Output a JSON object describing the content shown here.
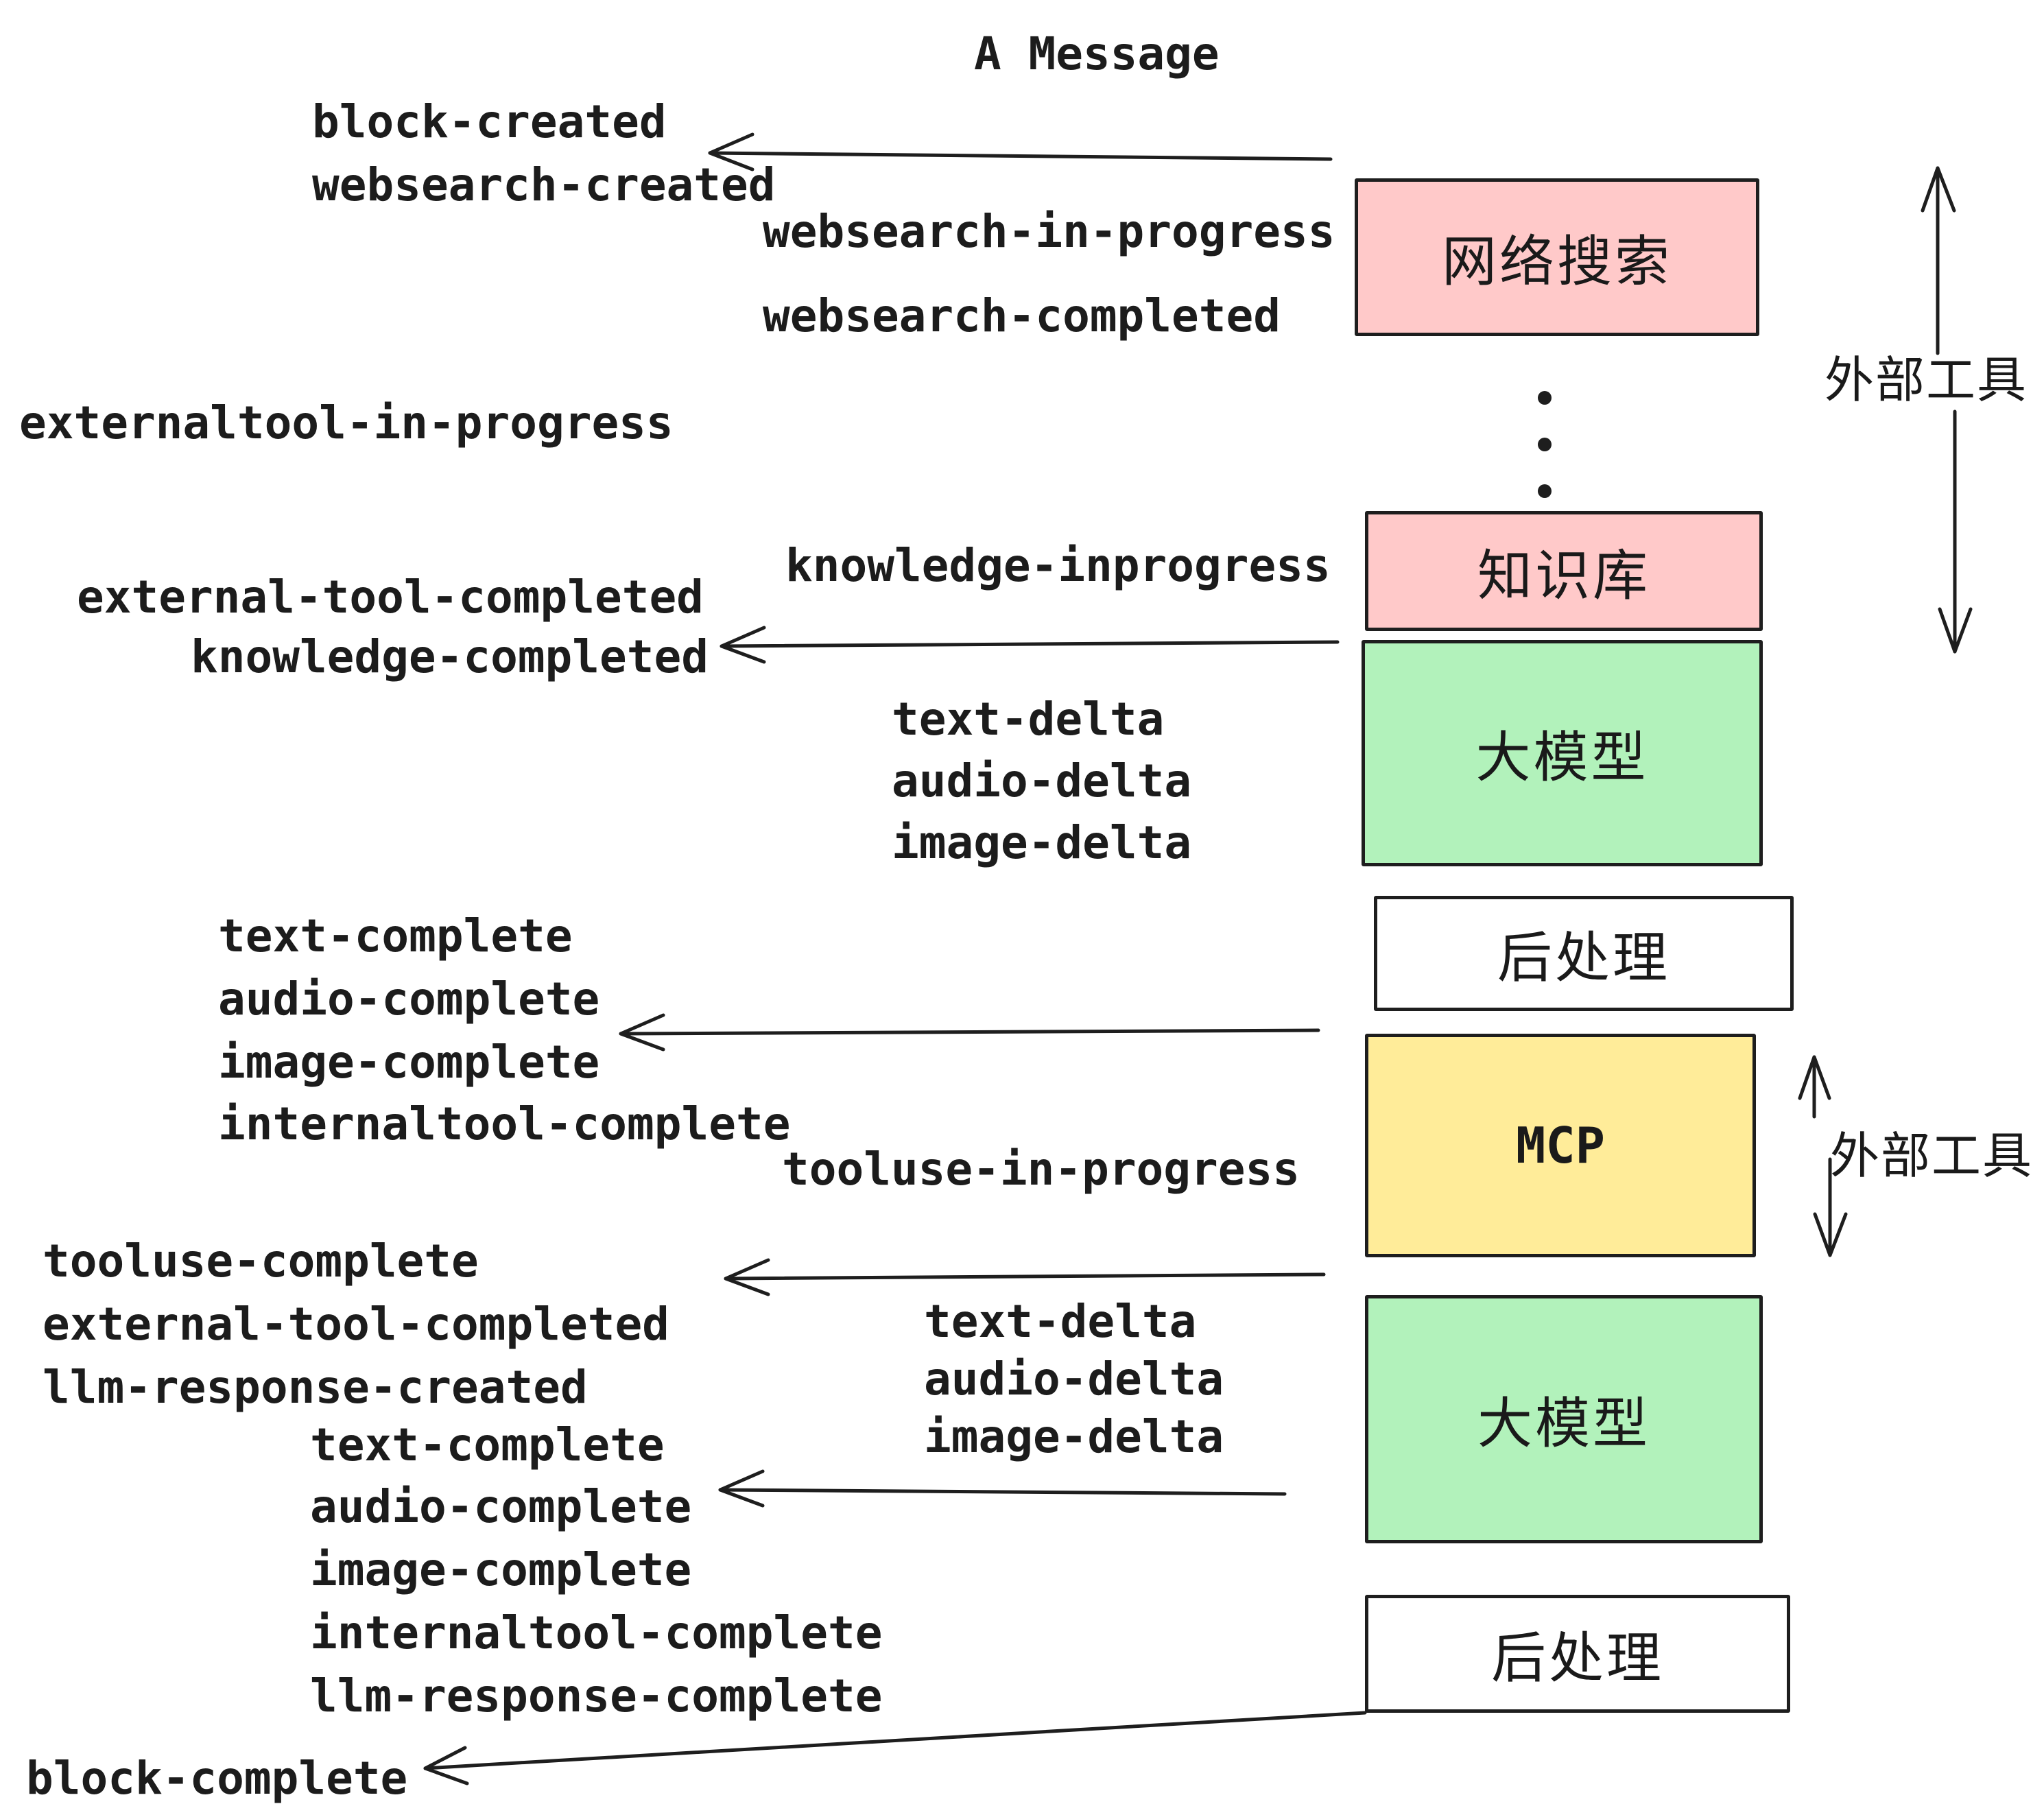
{
  "title": "A Message",
  "events": {
    "block_created": "block-created",
    "websearch_created": "websearch-created",
    "websearch_in_progress": "websearch-in-progress",
    "websearch_completed": "websearch-completed",
    "externaltool_in_progress": "externaltool-in-progress",
    "knowledge_inprogress": "knowledge-inprogress",
    "external_tool_completed_1": "external-tool-completed",
    "knowledge_completed": "knowledge-completed",
    "text_delta_1": "text-delta",
    "audio_delta_1": "audio-delta",
    "image_delta_1": "image-delta",
    "text_complete_1": "text-complete",
    "audio_complete_1": "audio-complete",
    "image_complete_1": "image-complete",
    "internaltool_complete_1": "internaltool-complete",
    "tooluse_in_progress": "tooluse-in-progress",
    "tooluse_complete": "tooluse-complete",
    "external_tool_completed_2": "external-tool-completed",
    "llm_response_created": "llm-response-created",
    "text_complete_2": "text-complete",
    "audio_complete_2": "audio-complete",
    "image_complete_2": "image-complete",
    "internaltool_complete_2": "internaltool-complete",
    "llm_response_complete": "llm-response-complete",
    "block_complete": "block-complete"
  },
  "boxes": {
    "websearch": {
      "label": "网络搜索",
      "color": "#ffc9c9"
    },
    "knowledge": {
      "label": "知识库",
      "color": "#ffc9c9"
    },
    "llm_1": {
      "label": "大模型",
      "color": "#b2f2bb"
    },
    "postprocess_1": {
      "label": "后处理",
      "color": "#ffffff"
    },
    "mcp": {
      "label": "MCP",
      "color": "#ffec99"
    },
    "llm_2": {
      "label": "大模型",
      "color": "#b2f2bb"
    },
    "postprocess_2": {
      "label": "后处理",
      "color": "#ffffff"
    }
  },
  "side_labels": {
    "external_tools_top": "外部工具",
    "external_tools_bottom": "外部工具"
  },
  "colors": {
    "stroke": "#1e1e1e",
    "text": "#1c1c1c",
    "background": "#ffffff",
    "box_pink": "#ffc9c9",
    "box_green": "#b2f2bb",
    "box_yellow": "#ffec99",
    "box_white": "#ffffff"
  }
}
